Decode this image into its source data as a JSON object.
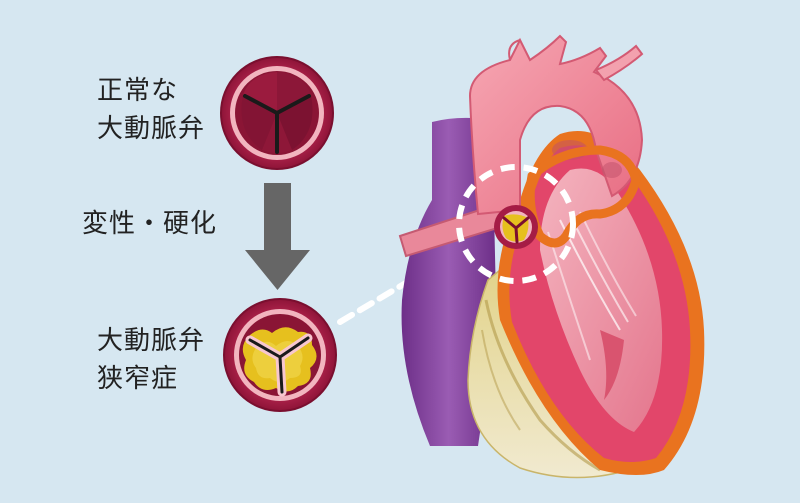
{
  "labels": {
    "normal_line1": "正常な",
    "normal_line2": "大動脈弁",
    "change": "変性・硬化",
    "stenosis_line1": "大動脈弁",
    "stenosis_line2": "狭窄症"
  },
  "colors": {
    "background": "#d6e7f1",
    "valve_ring": "#a51c45",
    "valve_leaflet": "#7a0f2f",
    "calcification": "#e6c01e",
    "arrow": "#666666",
    "aorta": "#ef8a9a",
    "vena_cava": "#7d3f96",
    "myocardium": "#e2466a",
    "epicardium": "#e9731f",
    "fat": "#e9dfa2"
  }
}
